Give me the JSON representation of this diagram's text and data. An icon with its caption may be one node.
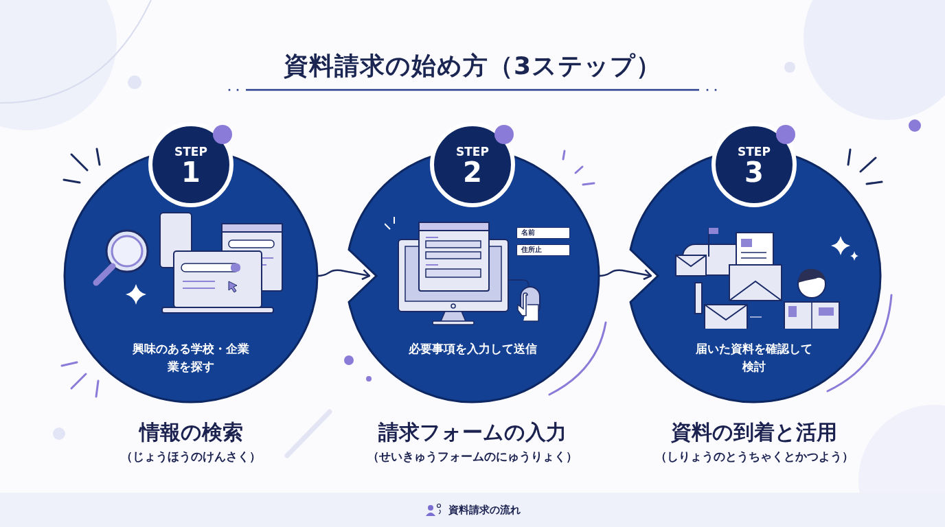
{
  "diagram": {
    "title": "資料請求の始め方（3ステップ）",
    "nodes": [
      {
        "text": [
          "STEP",
          "1",
          "興味のある学校・企業業を探す"
        ],
        "beside": [
          "情報の検索",
          "（じょうほうのけんさく）"
        ]
      },
      {
        "text": [
          "STEP",
          "2",
          "必要事項を入力して送信"
        ],
        "beside": [
          "請求フォームの入力",
          "（せいきゅうフォームのにゅうりょく）"
        ]
      },
      {
        "text": [
          "STEP",
          "3",
          "届いた資料を確認して検討"
        ],
        "beside": [
          "資料の到着と活用",
          "（しりょうのとうちゃくとかつよう）"
        ]
      }
    ],
    "edges": [
      {
        "from": 0,
        "to": 1,
        "arrow": "to"
      },
      {
        "from": 1,
        "to": 2,
        "arrow": "to"
      }
    ],
    "labels": [
      "名前",
      "住所止"
    ],
    "caption": "資料請求の流れ"
  }
}
